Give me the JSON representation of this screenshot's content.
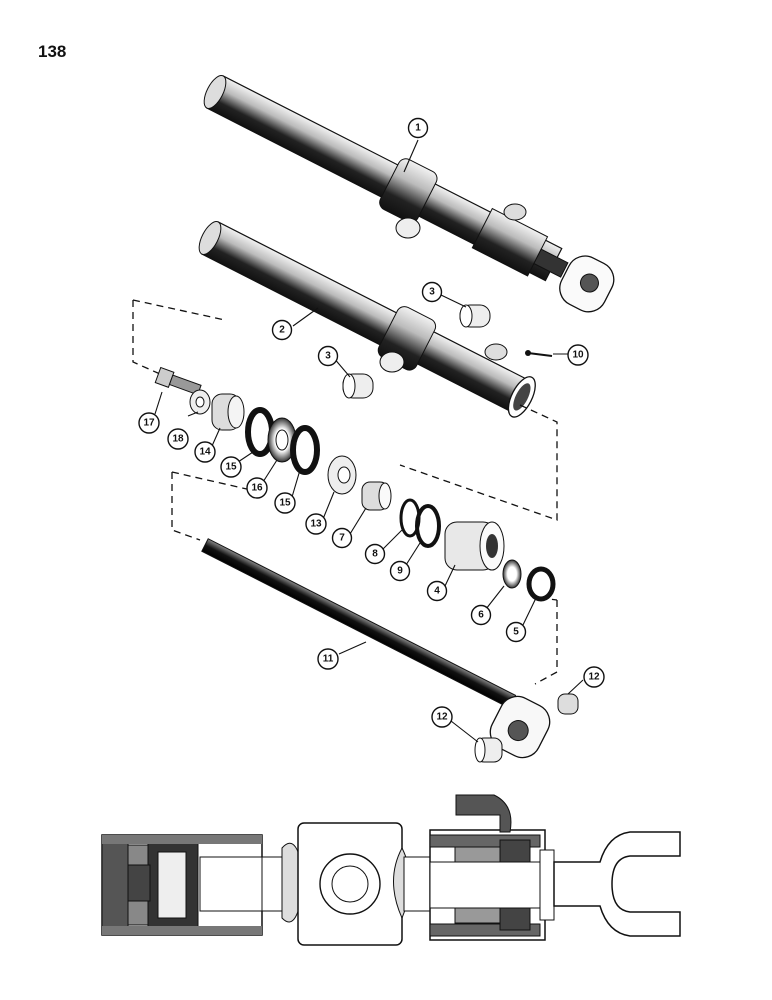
{
  "page": {
    "number": "138"
  },
  "callouts": [
    "1",
    "2",
    "3",
    "3",
    "4",
    "5",
    "6",
    "7",
    "8",
    "9",
    "10",
    "11",
    "12",
    "12",
    "13",
    "14",
    "15",
    "15",
    "16",
    "17",
    "18"
  ]
}
